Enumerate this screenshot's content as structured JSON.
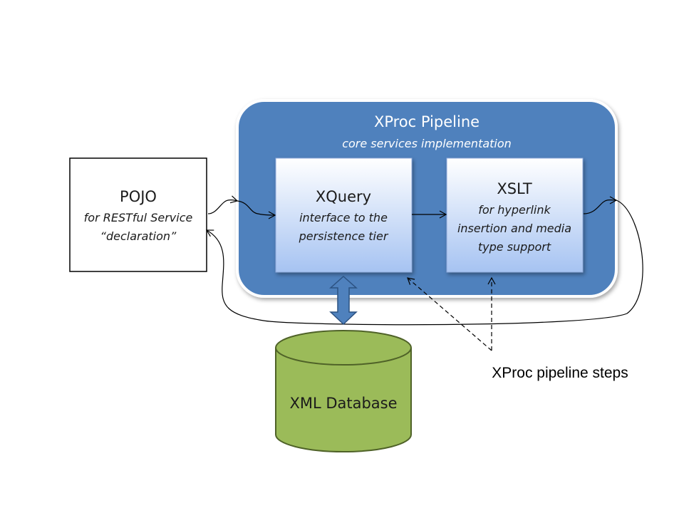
{
  "pipeline": {
    "title": "XProc Pipeline",
    "subtitle": "core services implementation"
  },
  "pojo": {
    "title": "POJO",
    "lines": [
      "for RESTful Service",
      "“declaration”"
    ]
  },
  "xquery": {
    "title": "XQuery",
    "lines": [
      "interface to the",
      "persistence tier"
    ]
  },
  "xslt": {
    "title": "XSLT",
    "lines": [
      "for hyperlink",
      "insertion and media",
      "type support"
    ]
  },
  "database": {
    "label": "XML Database"
  },
  "steps_note": {
    "label": "XProc pipeline steps"
  },
  "colors": {
    "pipeline_fill": "#4f81bd",
    "pipeline_border": "#ffffff",
    "step_fill_top": "#ffffff",
    "step_fill_bottom": "#a6c3f2",
    "db_fill": "#9bbb59",
    "db_stroke": "#4f6228",
    "double_arrow_fill": "#4f81bd",
    "double_arrow_stroke": "#2c5282"
  },
  "icons": {
    "double_arrow": "vertical-double-arrow-icon",
    "database": "cylinder-database-icon"
  }
}
